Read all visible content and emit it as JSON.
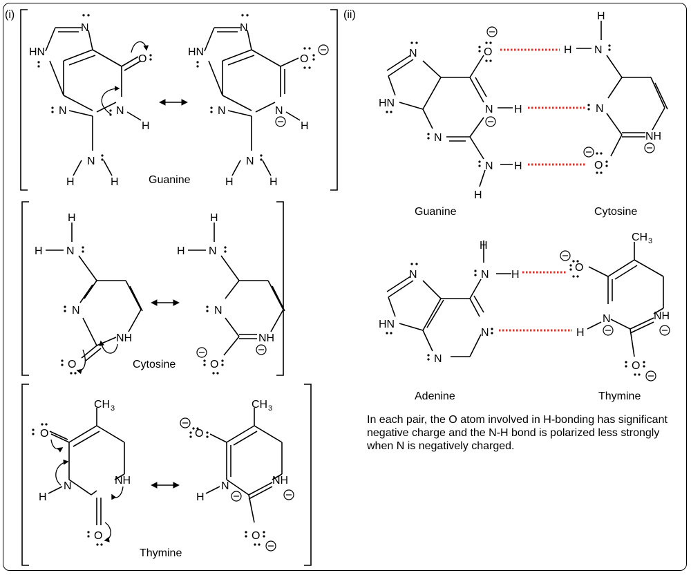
{
  "panels": {
    "part_i_label": "(i)",
    "part_ii_label": "(ii)"
  },
  "labels": {
    "guanine": "Guanine",
    "cytosine": "Cytosine",
    "thymine": "Thymine",
    "adenine": "Adenine"
  },
  "atoms": {
    "N": "N",
    "NH": "NH",
    "HN": "HN",
    "H": "H",
    "O": "O",
    "CH": "CH",
    "sub3": "3"
  },
  "note": "In each pair, the O atom involved in H-bonding has significant negative charge and the N-H bond is polarized less strongly when N is negatively charged.",
  "colors": {
    "hbond": "#e0302a",
    "ink": "#000000"
  }
}
